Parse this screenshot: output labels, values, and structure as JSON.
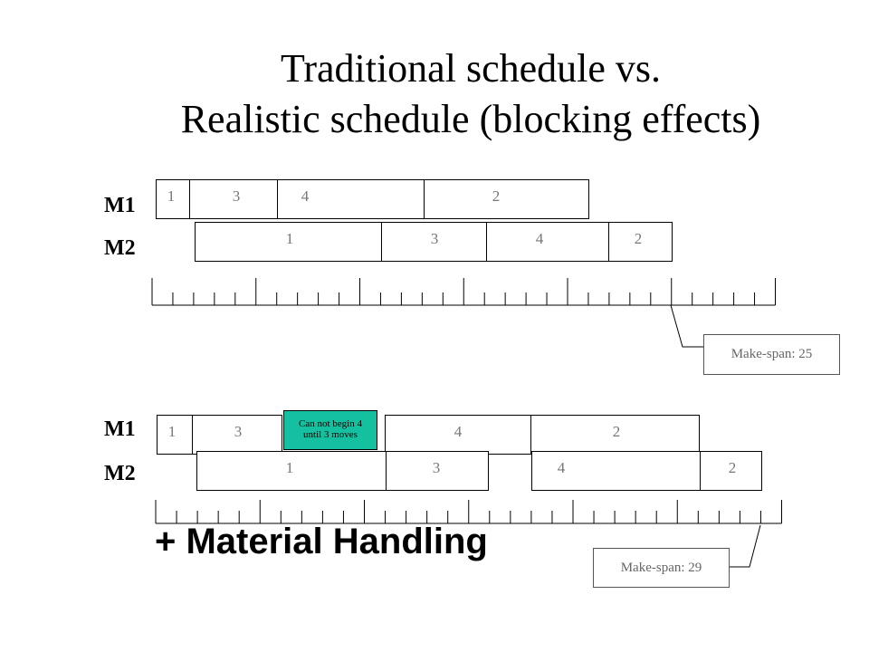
{
  "title": {
    "line1": "Traditional schedule vs.",
    "line2": "Realistic schedule (blocking effects)"
  },
  "traditional": {
    "m1_label": "M1",
    "m2_label": "M2",
    "m1_jobs": [
      "1",
      "3",
      "4",
      "2"
    ],
    "m2_jobs": [
      "1",
      "3",
      "4",
      "2"
    ],
    "makespan": "Make-span: 25"
  },
  "realistic": {
    "m1_label": "M1",
    "m2_label": "M2",
    "m1_jobs": [
      "1",
      "3",
      "4",
      "2"
    ],
    "m2_jobs": [
      "1",
      "3",
      "4",
      "2"
    ],
    "note_line1": "Can not begin 4",
    "note_line2": "until 3 moves",
    "note_color": "#15c0a0",
    "makespan": "Make-span: 29"
  },
  "footer": "+ Material Handling"
}
